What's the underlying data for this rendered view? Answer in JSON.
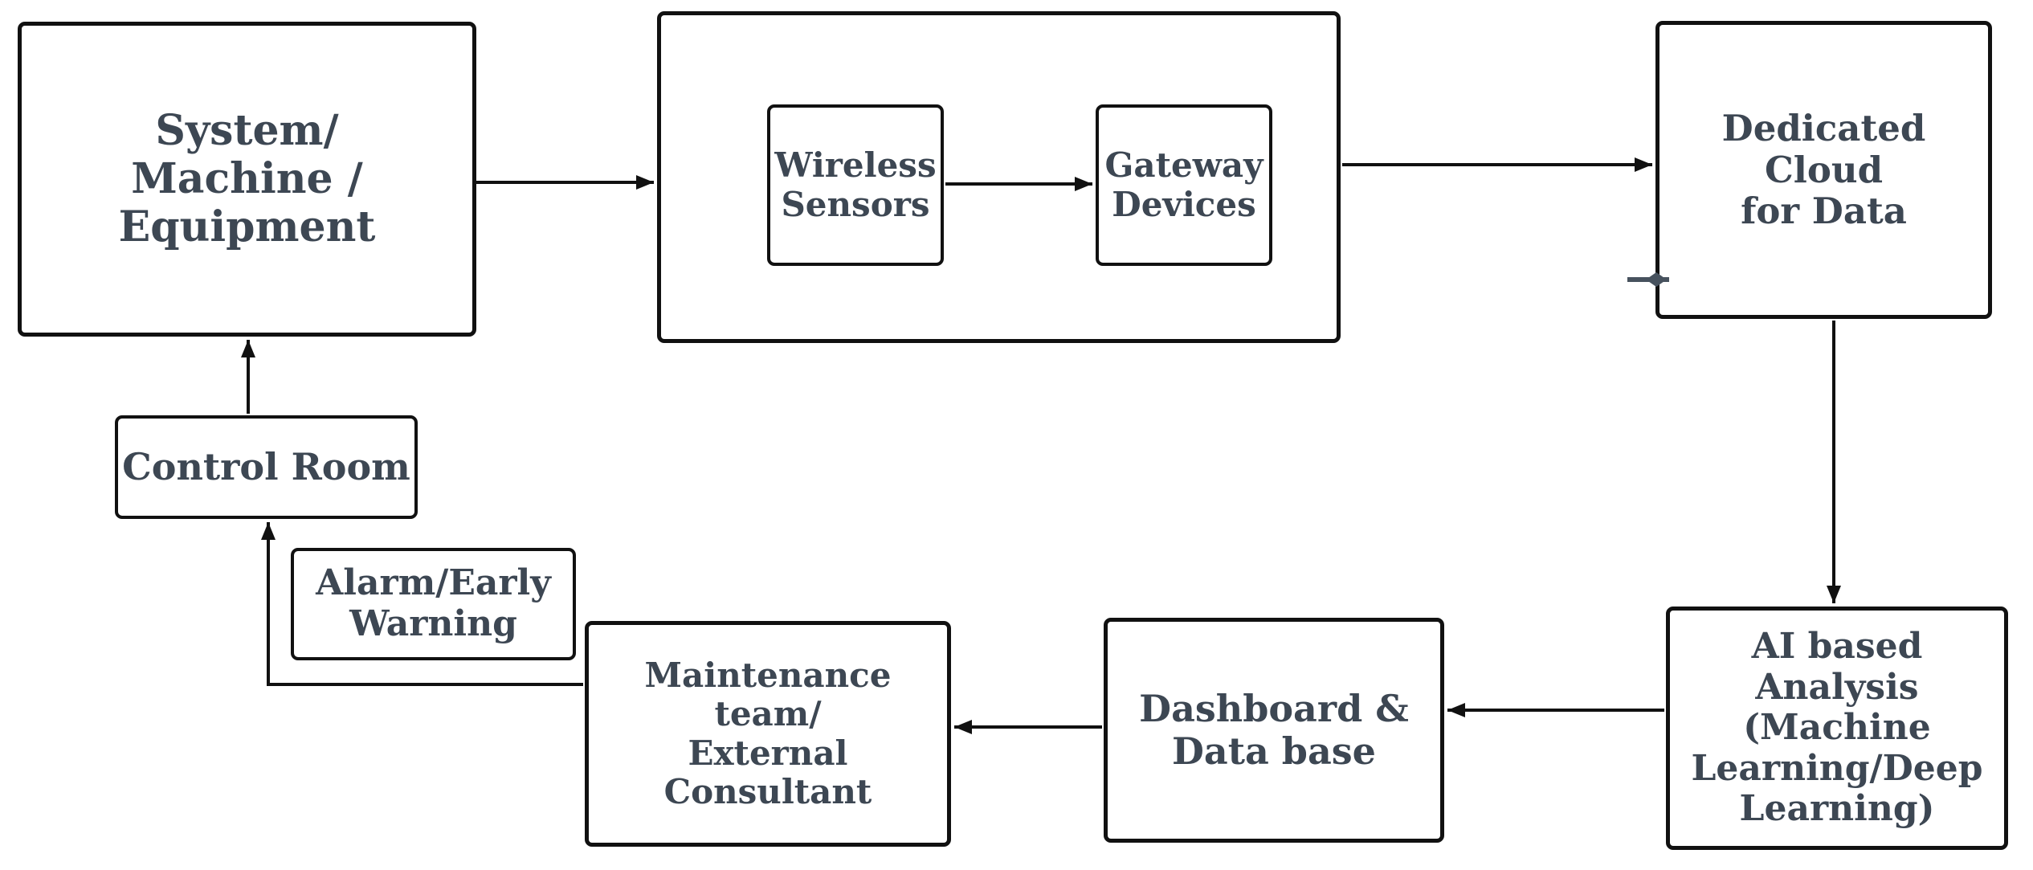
{
  "colors": {
    "text": "#3d4753",
    "line": "#111111",
    "tick": "#47525e",
    "node_bg": "#ffffff",
    "page_bg": "#ffffff"
  },
  "nodes": {
    "system": {
      "label": "System/\nMachine /\nEquipment"
    },
    "wireless": {
      "label": "Wireless\nSensors"
    },
    "gateway": {
      "label": "Gateway\nDevices"
    },
    "cloud": {
      "label": "Dedicated Cloud\nfor Data"
    },
    "ai": {
      "label": "AI based\nAnalysis\n(Machine\nLearning/Deep\nLearning)"
    },
    "dashboard": {
      "label": "Dashboard &\nData base"
    },
    "maintenance": {
      "label": "Maintenance team/\nExternal\nConsultant"
    },
    "alarm": {
      "label": "Alarm/Early\nWarning"
    },
    "control": {
      "label": "Control Room"
    }
  },
  "edges": [
    {
      "from": "system",
      "to": "sensor-group"
    },
    {
      "from": "wireless",
      "to": "gateway"
    },
    {
      "from": "sensor-group",
      "to": "cloud"
    },
    {
      "from": "cloud",
      "to": "ai"
    },
    {
      "from": "ai",
      "to": "dashboard"
    },
    {
      "from": "dashboard",
      "to": "maintenance"
    },
    {
      "from": "maintenance",
      "to": "control"
    },
    {
      "from": "control",
      "to": "system"
    }
  ]
}
